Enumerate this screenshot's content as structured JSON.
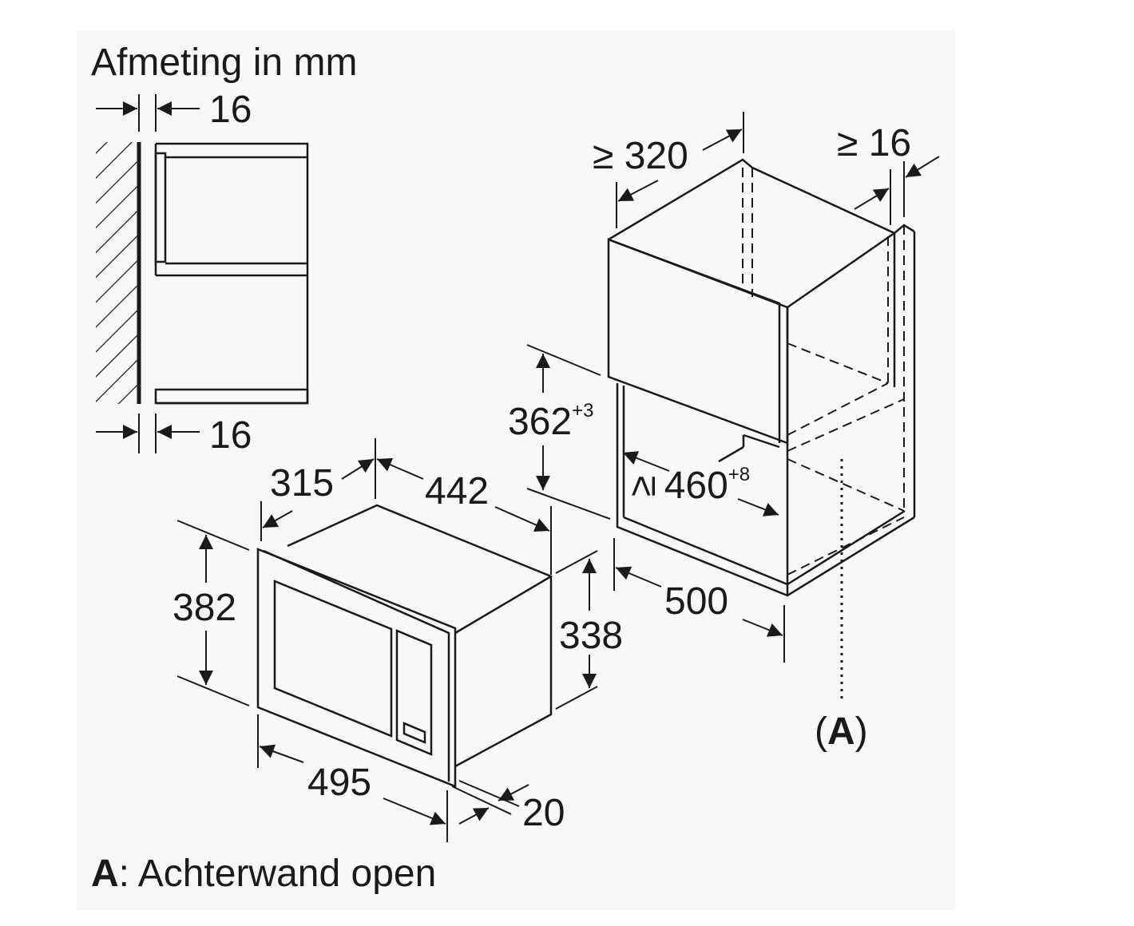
{
  "title": "Afmeting in mm",
  "footnote": {
    "key": "A",
    "text": ": Achterwand open"
  },
  "marker": {
    "prefix": "(",
    "key": "A",
    "suffix": ")"
  },
  "side_view": {
    "gap_top": "16",
    "gap_bottom": "16"
  },
  "appliance": {
    "depth": "315",
    "width_body": "442",
    "height_front": "382",
    "height_body": "338",
    "width_front": "495",
    "front_depth": "20"
  },
  "niche": {
    "depth": "320",
    "depth_prefix": "≥",
    "side_gap": "16",
    "side_gap_prefix": "≥",
    "height": "362",
    "height_tolerance": "+3",
    "width": "460",
    "width_prefix": "≥",
    "width_tolerance": "+8",
    "cabinet_depth": "500"
  },
  "colors": {
    "line": "#1a1a1a",
    "background": "#f8f8f8"
  }
}
